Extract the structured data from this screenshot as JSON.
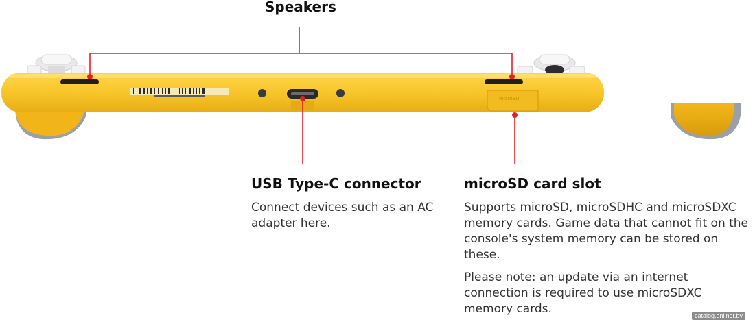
{
  "callouts": {
    "speakers": {
      "title": "Speakers"
    },
    "usb": {
      "title": "USB Type-C connector",
      "desc": [
        "Connect devices such as an AC adapter here."
      ]
    },
    "microsd": {
      "title": "microSD card slot",
      "desc": [
        "Supports microSD, microSDHC and microSDXC memory cards. Game data that cannot fit on the console's system memory can be stored on these.",
        "Please note: an update via an internet connection is required to use microSDXC memory cards."
      ]
    }
  },
  "console": {
    "body_color": "#f7c428",
    "shade_color": "#e0a50e",
    "accent_color": "#e41f2d",
    "slot_cover_label": "microSD"
  },
  "watermark": "catalog.onliner.by"
}
